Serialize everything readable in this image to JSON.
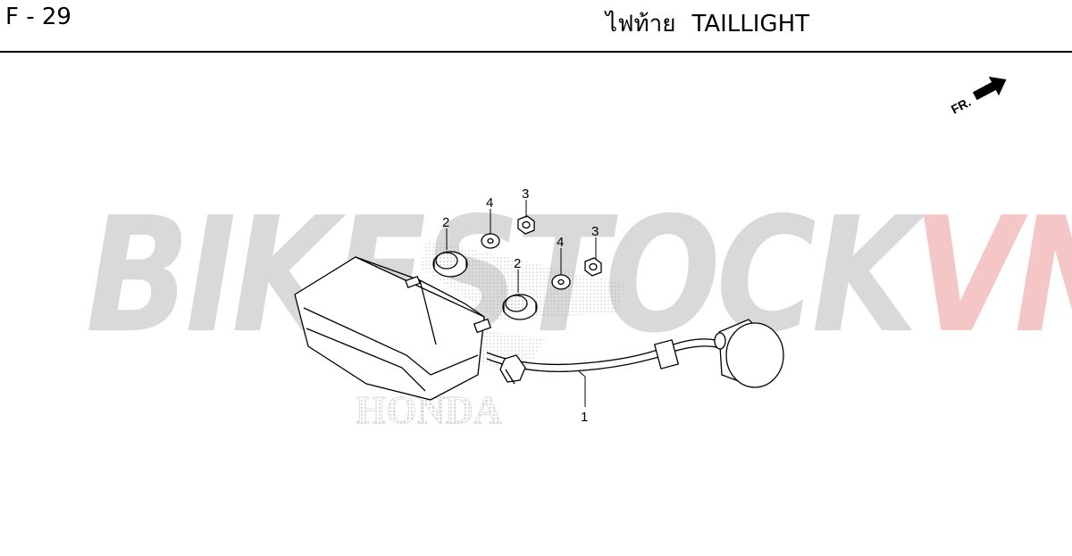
{
  "header": {
    "page_code": "F - 29",
    "title_thai": "ไฟท้าย",
    "title_en": "TAILLIGHT"
  },
  "watermark": {
    "main": "BIKESTOCK",
    "accent": "VN",
    "colors": {
      "main": "#d9d9d9",
      "accent": "#f5c6c6"
    }
  },
  "direction_indicator": {
    "label": "FR.",
    "icon": "arrow-right-icon"
  },
  "callouts": [
    "1",
    "2",
    "2",
    "3",
    "3",
    "4",
    "4"
  ],
  "brand_imprint": "HONDA"
}
